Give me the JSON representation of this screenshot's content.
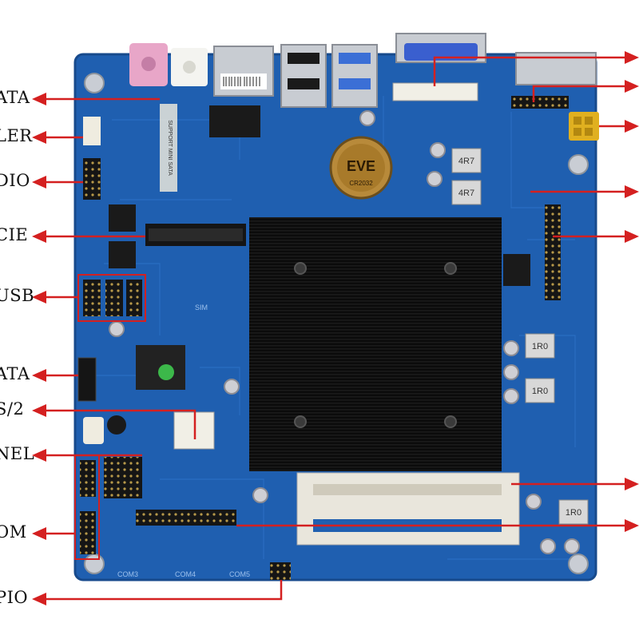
{
  "colors": {
    "pcb": "#1f5fb0",
    "pcb_dark": "#174a8c",
    "heatsink": "#0a0a0a",
    "arrow": "#d42020",
    "header": "#1a1a1a",
    "audio_pink": "#e8a6c8",
    "usb_blue": "#3b6fd6",
    "vga_blue": "#3a5fcf",
    "slot_white": "#e9e6dc",
    "cap_silver": "#cfcfd4",
    "power_yellow": "#e0b020"
  },
  "left_labels": [
    {
      "id": "sata-top",
      "text": "ATA"
    },
    {
      "id": "fan",
      "text": "LER"
    },
    {
      "id": "audio",
      "text": "DIO"
    },
    {
      "id": "pcie",
      "text": "CIE"
    },
    {
      "id": "usb",
      "text": "USB"
    },
    {
      "id": "sata-mid",
      "text": "ATA"
    },
    {
      "id": "ps2",
      "text": "S/2"
    },
    {
      "id": "panel",
      "text": "NEL"
    },
    {
      "id": "com",
      "text": "OM"
    },
    {
      "id": "gpio",
      "text": "PIO"
    }
  ],
  "board_text": {
    "battery_brand": "EVE",
    "battery_model": "CR2032",
    "msata_silk": "SUPPORT MINI SATA",
    "inductor_1": "4R7",
    "inductor_2": "4R7",
    "inductor_3": "1R0",
    "inductor_4": "1R0",
    "inductor_5": "1R0",
    "com_a": "COM3",
    "com_b": "COM4",
    "com_c": "COM5",
    "sim_silk": "SIM"
  },
  "icons": [
    "arrow-left-icon",
    "arrow-right-icon"
  ]
}
